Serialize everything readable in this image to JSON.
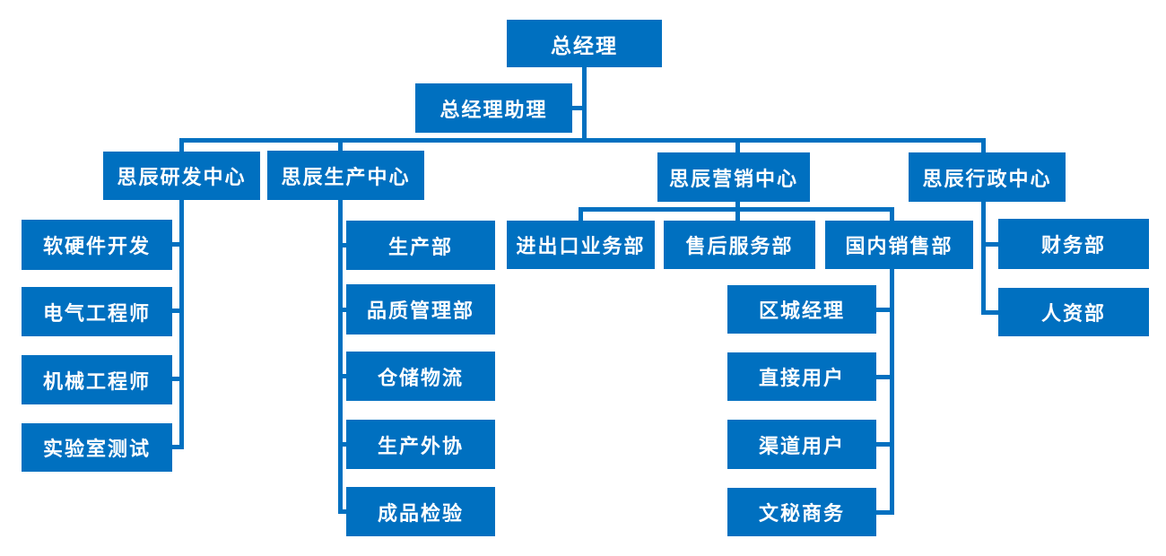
{
  "diagram": {
    "type": "org-chart",
    "colors": {
      "accent": "#0070c0",
      "node_text": "#ffffff",
      "background": "#ffffff",
      "connector": "#0070c0"
    },
    "org": {
      "gm": {
        "label": "总经理"
      },
      "assistant": {
        "label": "总经理助理"
      },
      "rd": {
        "label": "思辰研发中心",
        "children": [
          {
            "label": "软硬件开发"
          },
          {
            "label": "电气工程师"
          },
          {
            "label": "机械工程师"
          },
          {
            "label": "实验室测试"
          }
        ]
      },
      "prod": {
        "label": "思辰生产中心",
        "children": [
          {
            "label": "生产部"
          },
          {
            "label": "品质管理部"
          },
          {
            "label": "仓储物流"
          },
          {
            "label": "生产外协"
          },
          {
            "label": "成品检验"
          }
        ]
      },
      "mkt": {
        "label": "思辰营销中心",
        "children": [
          {
            "label": "进出口业务部"
          },
          {
            "label": "售后服务部"
          },
          {
            "label": "国内销售部",
            "children": [
              {
                "label": "区城经理"
              },
              {
                "label": "直接用户"
              },
              {
                "label": "渠道用户"
              },
              {
                "label": "文秘商务"
              }
            ]
          }
        ]
      },
      "admin": {
        "label": "思辰行政中心",
        "children": [
          {
            "label": "财务部"
          },
          {
            "label": "人资部"
          }
        ]
      }
    }
  }
}
